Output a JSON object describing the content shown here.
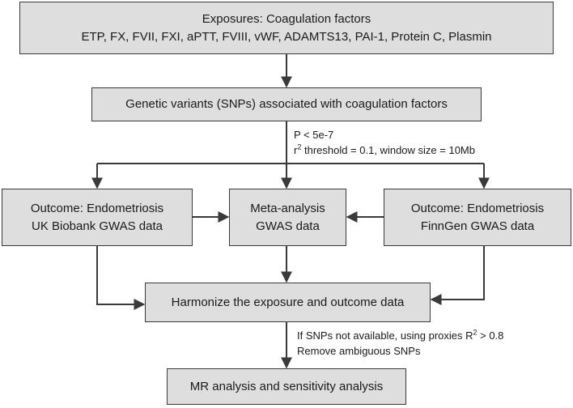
{
  "exposure_box": {
    "line1": "Exposures: Coagulation factors",
    "line2": "ETP, FX, FVII, FXI, aPTT, FVIII, vWF, ADAMTS13, PAI-1, Protein C, Plasmin"
  },
  "snp_box": {
    "label": "Genetic variants (SNPs) associated with coagulation factors"
  },
  "selection_note": {
    "line1": "P < 5e-7",
    "line2_prefix": "r",
    "line2_sup": "2",
    "line2_suffix": " threshold = 0.1, window size = 10Mb"
  },
  "ukb_box": {
    "line1": "Outcome: Endometriosis",
    "line2": "UK Biobank GWAS data"
  },
  "meta_box": {
    "line1": "Meta-analysis",
    "line2": "GWAS data"
  },
  "finngen_box": {
    "line1": "Outcome: Endometriosis",
    "line2": "FinnGen GWAS data"
  },
  "harmonize_box": {
    "label": "Harmonize the exposure and outcome data"
  },
  "proxy_note": {
    "line1_prefix": "If SNPs not available, using proxies R",
    "line1_sup": "2",
    "line1_suffix": " > 0.8",
    "line2": "Remove ambiguous SNPs"
  },
  "mr_box": {
    "label": "MR analysis and sensitivity analysis"
  },
  "colors": {
    "box_fill": "#dedede",
    "line": "#3a3a3a"
  }
}
